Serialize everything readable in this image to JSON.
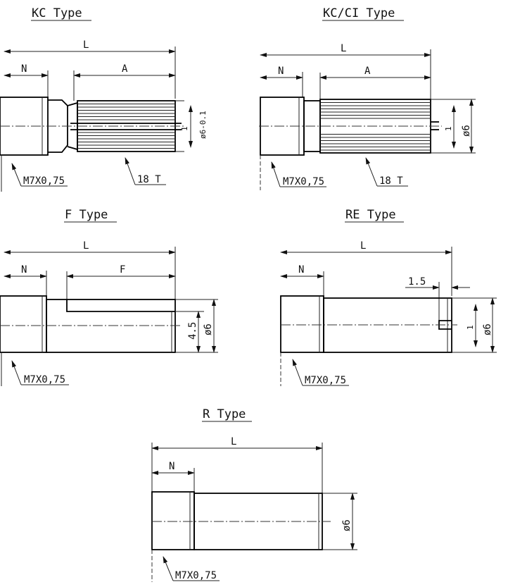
{
  "panels": {
    "kc": {
      "title": "KC Type",
      "L": "L",
      "N": "N",
      "A": "A",
      "slot": "1",
      "dia": "ø6-0.1",
      "thread": "M7X0,75",
      "teeth": "18 T"
    },
    "kcci": {
      "title": "KC/CI Type",
      "L": "L",
      "N": "N",
      "A": "A",
      "slot": "1",
      "dia": "ø6",
      "thread": "M7X0,75",
      "teeth": "18 T"
    },
    "f": {
      "title": "F Type",
      "L": "L",
      "N": "N",
      "F": "F",
      "flat": "4.5",
      "dia": "ø6",
      "thread": "M7X0,75"
    },
    "re": {
      "title": "RE Type",
      "L": "L",
      "N": "N",
      "slot_depth": "1.5",
      "slot": "1",
      "dia": "ø6",
      "thread": "M7X0,75"
    },
    "r": {
      "title": "R Type",
      "L": "L",
      "N": "N",
      "dia": "ø6",
      "thread": "M7X0,75"
    }
  }
}
